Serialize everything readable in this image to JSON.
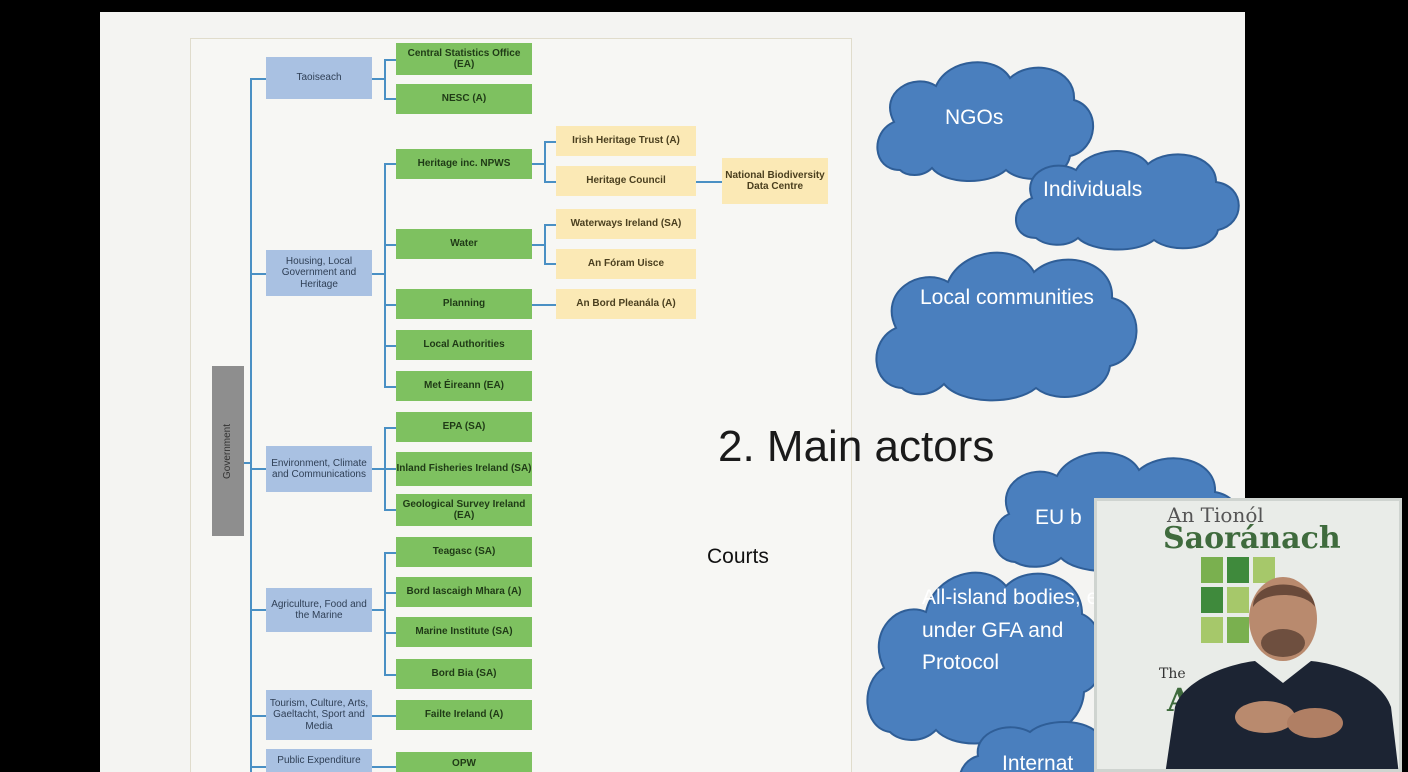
{
  "slide": {
    "title": "2. Main actors",
    "courts_label": "Courts"
  },
  "org_chart": {
    "root": "Government",
    "departments": {
      "taoiseach": "Taoiseach",
      "housing": "Housing, Local Government and Heritage",
      "environment": "Environment, Climate and Communications",
      "agriculture": "Agriculture, Food and the Marine",
      "tourism": "Tourism, Culture, Arts, Gaeltacht, Sport and Media",
      "public_expenditure": "Public Expenditure"
    },
    "bodies": {
      "cso": "Central Statistics Office (EA)",
      "nesc": "NESC (A)",
      "heritage_npws": "Heritage inc. NPWS",
      "water": "Water",
      "planning": "Planning",
      "local_authorities": "Local Authorities",
      "met_eireann": "Met Éireann (EA)",
      "epa": "EPA (SA)",
      "inland_fisheries": "Inland Fisheries Ireland (SA)",
      "geological_survey": "Geological Survey Ireland (EA)",
      "teagasc": "Teagasc (SA)",
      "bim": "Bord Iascaigh Mhara (A)",
      "marine_institute": "Marine Institute (SA)",
      "bord_bia": "Bord Bia (SA)",
      "failte_ireland": "Failte Ireland (A)",
      "opw": "OPW"
    },
    "sub_bodies": {
      "irish_heritage_trust": "Irish Heritage Trust (A)",
      "heritage_council": "Heritage Council",
      "nbdc": "National Biodiversity Data Centre",
      "waterways_ireland": "Waterways Ireland (SA)",
      "an_foram_uisce": "An Fóram Uisce",
      "an_bord_pleanala": "An Bord Pleanála (A)"
    }
  },
  "clouds": {
    "ngos": "NGOs",
    "individuals": "Individuals",
    "local_communities": "Local communities",
    "eu_bodies": "EU b",
    "all_island": "All-island bodies, e.g. under GFA and Protocol",
    "international": "Internat"
  },
  "interpreter": {
    "logo_top": "An Tionól",
    "logo_main": "Saoránach",
    "logo_the": "The",
    "logo_a": "A"
  },
  "colors": {
    "cloud": "#4a7fbe",
    "cloud_border": "#2f5e97",
    "department": "#a9c1e2",
    "body": "#7ec160",
    "sub_body": "#fbe9b5",
    "connector": "#4a90c4"
  }
}
